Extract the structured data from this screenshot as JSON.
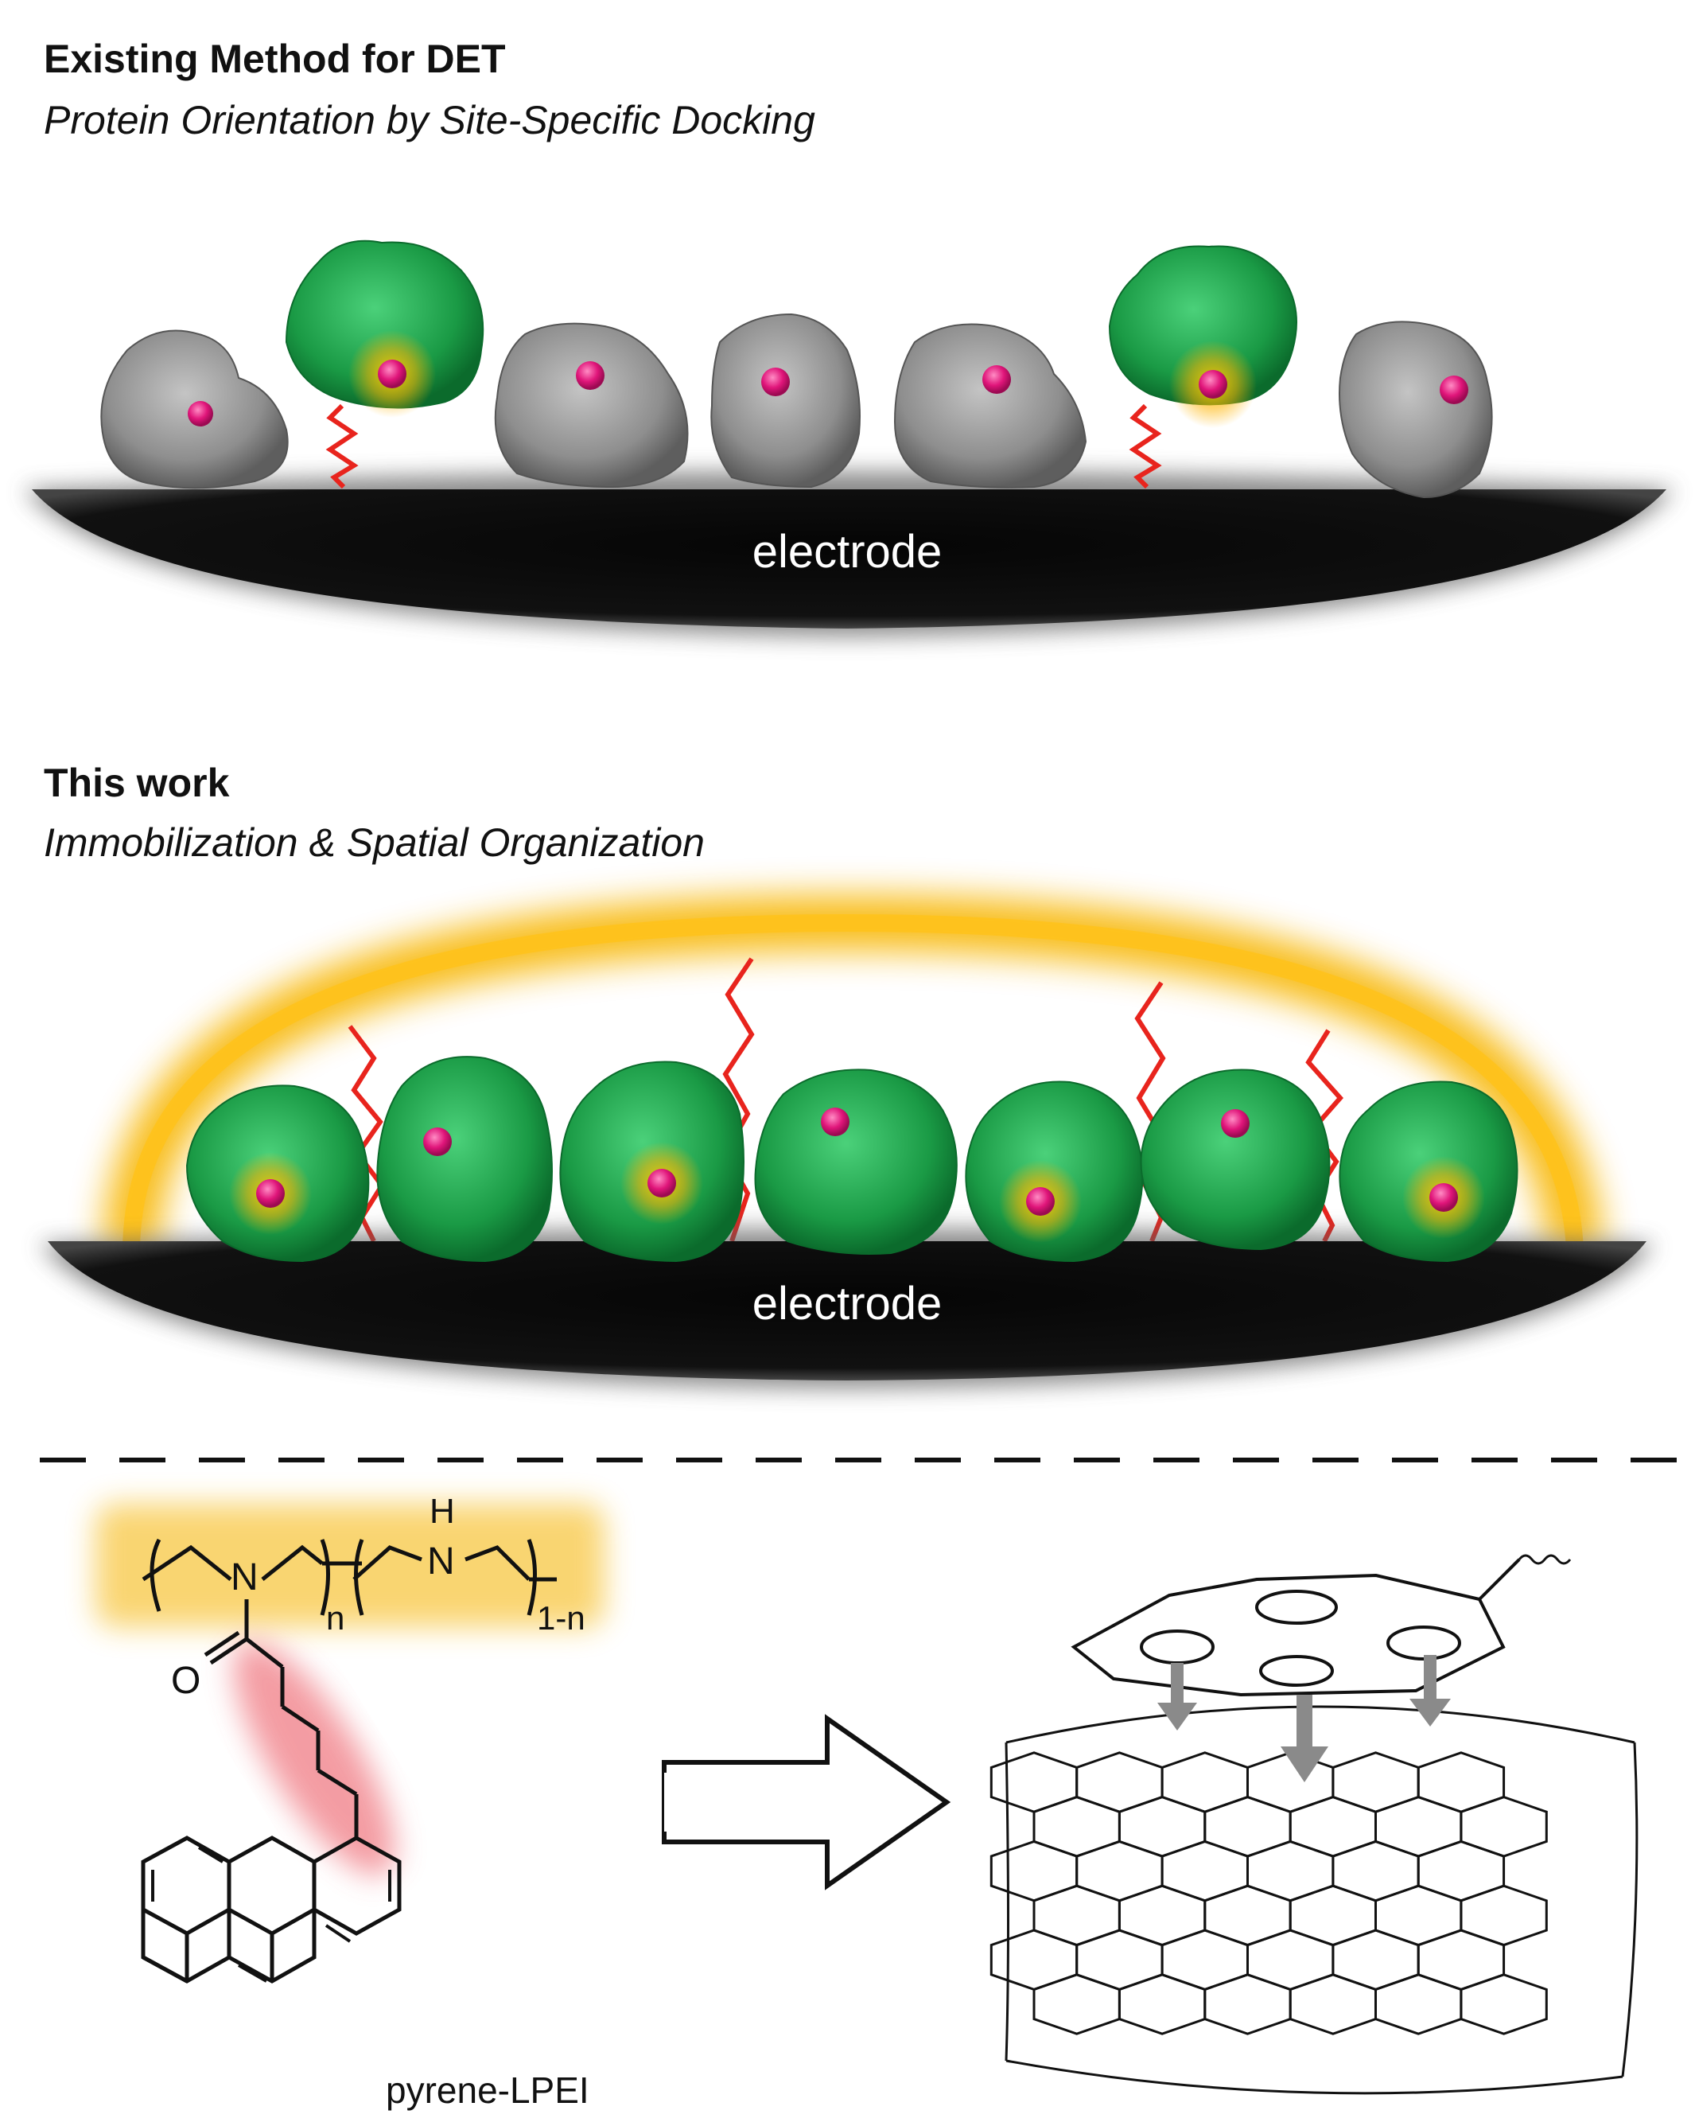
{
  "top_panel": {
    "title": "Existing Method for DET",
    "subtitle": "Protein Orientation by Site-Specific Docking",
    "electrode_label": "electrode"
  },
  "middle_panel": {
    "title": "This work",
    "subtitle": "Immobilization & Spatial Organization",
    "electrode_label": "electrode"
  },
  "bottom_panel": {
    "polymer_label": "pyrene-LPEI",
    "subscript_n": "n",
    "subscript_1n": "1-n",
    "atom_N": "N",
    "atom_H": "H",
    "atom_O": "O"
  },
  "colors": {
    "electrode": "#0d0d0d",
    "protein_gray": "#9a9a9a",
    "protein_green": "#1fa64a",
    "cofactor": "#e0157a",
    "linker": "#e8241d",
    "glow": "#f7b500",
    "pyrene_highlight": "#f28b93"
  }
}
